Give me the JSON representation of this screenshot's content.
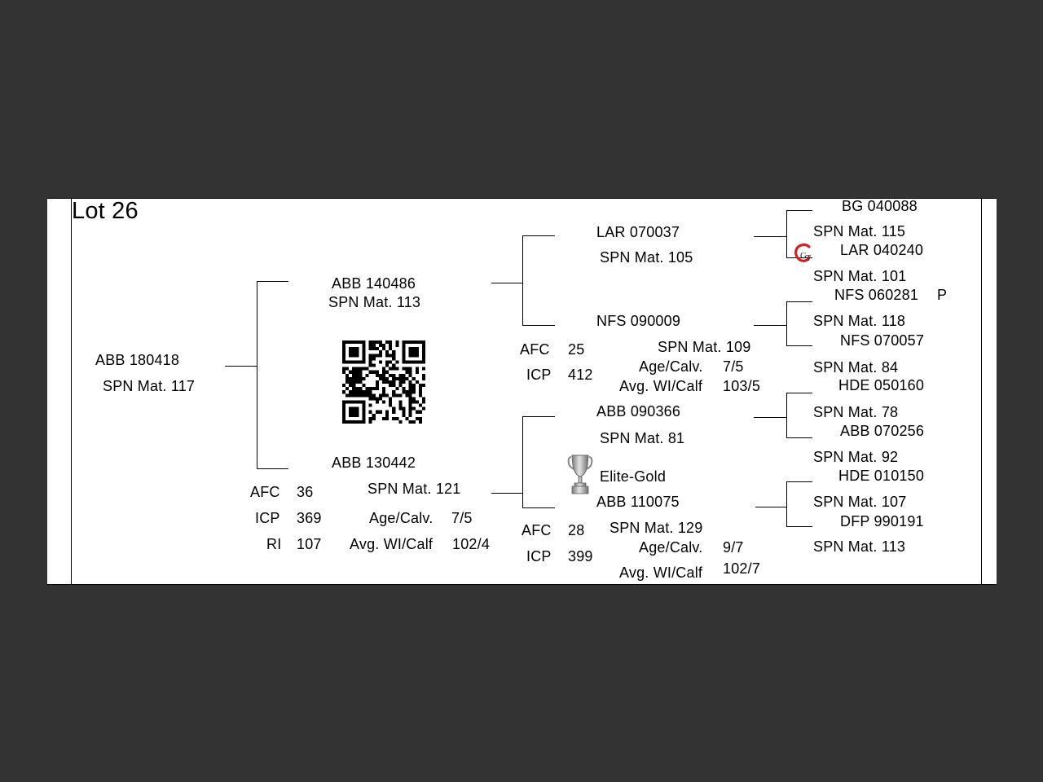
{
  "lot": {
    "title": "Lot 26"
  },
  "subject": {
    "id": "ABB 180418",
    "spn": "SPN Mat. 117"
  },
  "sire": {
    "id": "ABB 140486",
    "spn": "SPN Mat. 113",
    "sire": {
      "id": "LAR 070037",
      "spn": "SPN Mat. 105"
    },
    "dam": {
      "id": "NFS 090009",
      "spn": "SPN Mat. 109",
      "afc_label": "AFC",
      "afc": "25",
      "icp_label": "ICP",
      "icp": "412",
      "age_label": "Age/Calv.",
      "age": "7/5",
      "wi_label": "Avg. WI/Calf",
      "wi": "103/5"
    }
  },
  "dam": {
    "id": "ABB 130442",
    "spn": "SPN Mat. 121",
    "afc_label": "AFC",
    "afc": "36",
    "icp_label": "ICP",
    "icp": "369",
    "ri_label": "RI",
    "ri": "107",
    "age_label": "Age/Calv.",
    "age": "7/5",
    "wi_label": "Avg. WI/Calf",
    "wi": "102/4",
    "sire": {
      "id": "ABB 090366",
      "spn": "SPN Mat. 81",
      "award": "Elite-Gold",
      "award_icon": "trophy-icon"
    },
    "dam": {
      "id": "ABB 110075",
      "spn": "SPN Mat. 129",
      "afc_label": "AFC",
      "afc": "28",
      "icp_label": "ICP",
      "icp": "399",
      "age_label": "Age/Calv.",
      "age": "9/7",
      "wi_label": "Avg. WI/Calf",
      "wi": "102/7"
    }
  },
  "gen3": [
    {
      "id": "BG  040088",
      "spn": "SPN Mat. 115"
    },
    {
      "id": "LAR 040240",
      "spn": "SPN Mat. 101",
      "badge": "gt-logo"
    },
    {
      "id": "NFS 060281",
      "flag": "P",
      "spn": "SPN Mat. 118"
    },
    {
      "id": "NFS 070057",
      "spn": "SPN Mat. 84"
    },
    {
      "id": "HDE 050160",
      "spn": "SPN Mat. 78"
    },
    {
      "id": "ABB 070256",
      "spn": "SPN Mat. 92"
    },
    {
      "id": "HDE 010150",
      "spn": "SPN Mat. 107"
    },
    {
      "id": "DFP 990191",
      "spn": "SPN Mat. 113"
    }
  ],
  "qr": {
    "icon": "qr-code"
  },
  "colors": {
    "background": "#333333",
    "sheet": "#ffffff",
    "text": "#000000"
  }
}
